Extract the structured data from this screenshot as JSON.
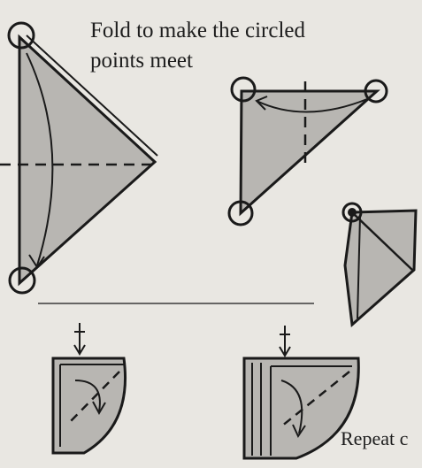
{
  "instruction": {
    "line1": "Fold to make the circled",
    "line2": "points meet",
    "repeat_text": "Repeat c"
  },
  "colors": {
    "paper_fill": "#b8b6b2",
    "background": "#e9e7e2",
    "ink": "#1a1a1a"
  },
  "icons": [
    "target-circle-icon",
    "fold-arrow-icon",
    "push-arrow-icon"
  ]
}
